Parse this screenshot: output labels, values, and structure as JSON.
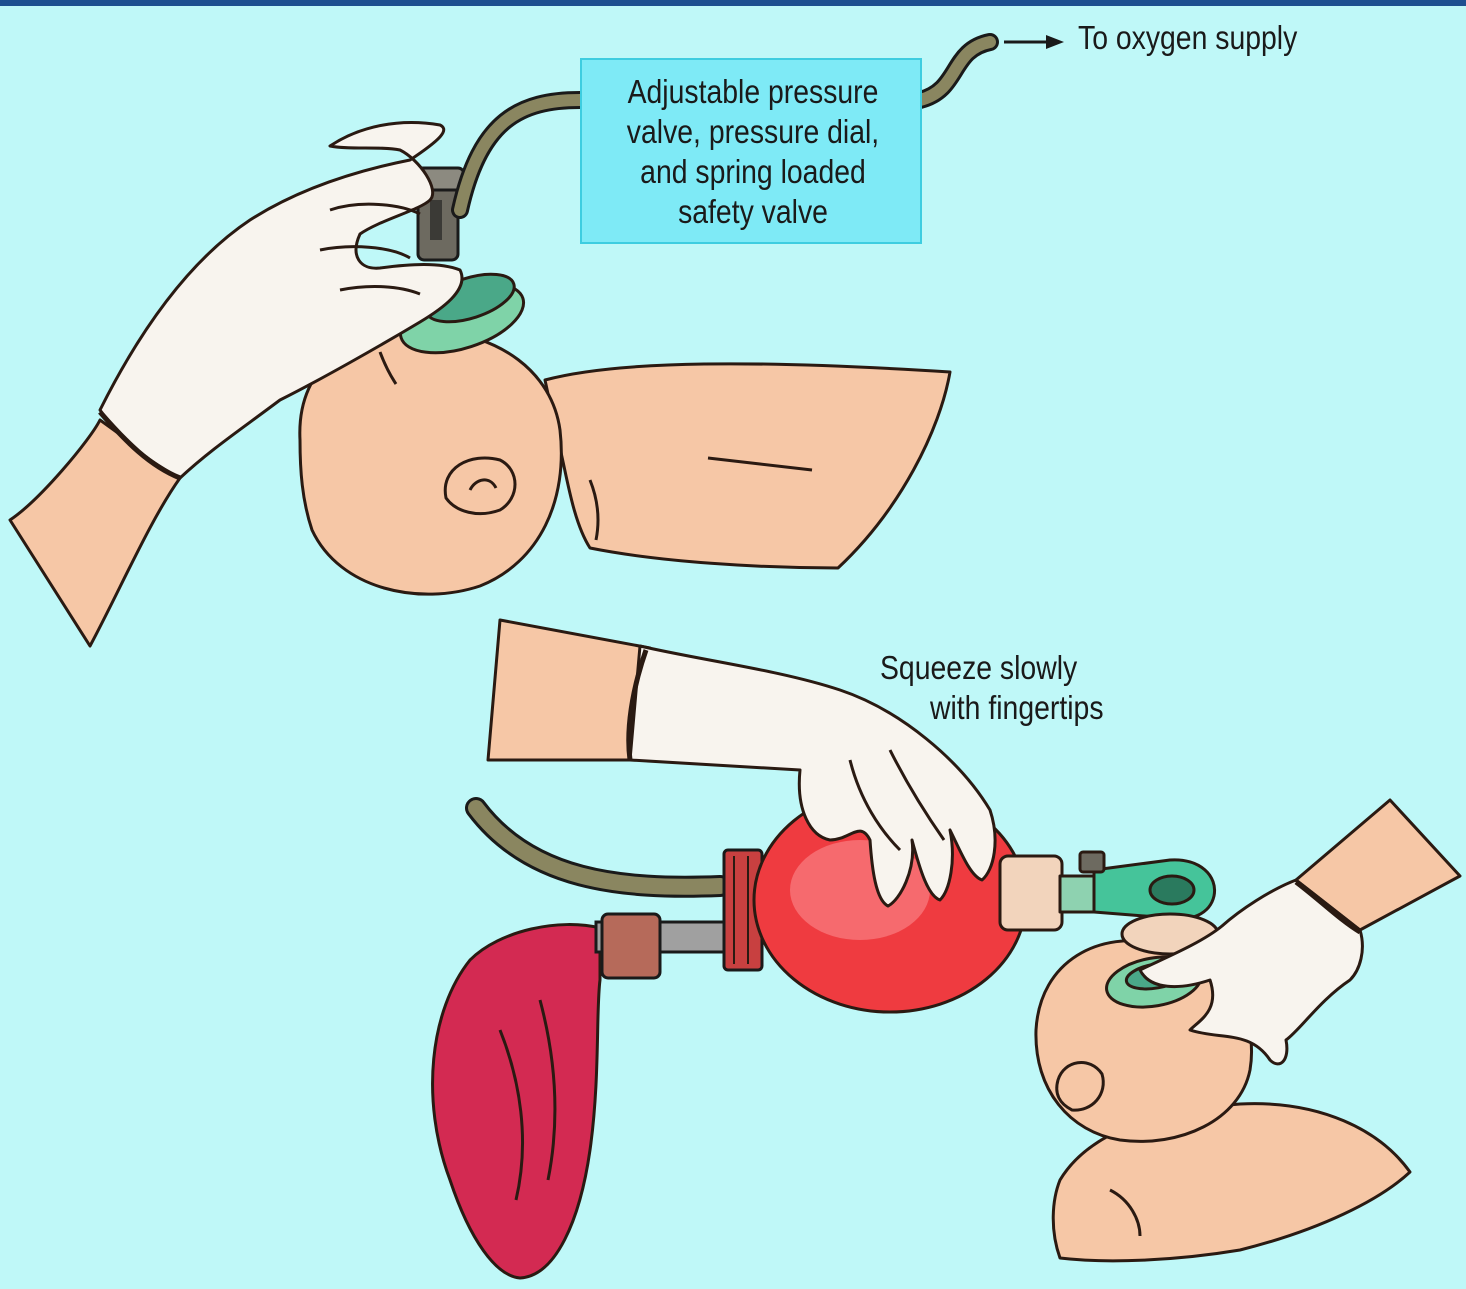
{
  "labels": {
    "oxygen_supply": "To oxygen supply",
    "valve_callout": [
      "Adjustable pressure",
      "valve, pressure dial,",
      "and spring loaded",
      "safety valve"
    ],
    "squeeze": [
      "Squeeze slowly",
      "with fingertips"
    ]
  },
  "colors": {
    "background": "#bff8f8",
    "top_border": "#1d4f8f",
    "callout_fill": "#7eeaf6",
    "skin": "#f6c7a6",
    "glove": "#f8f4ee",
    "mask_green": "#7fd3a8",
    "bag_red": "#ef3b40",
    "reservoir_red": "#d32a52",
    "tubing": "#8a8660"
  }
}
